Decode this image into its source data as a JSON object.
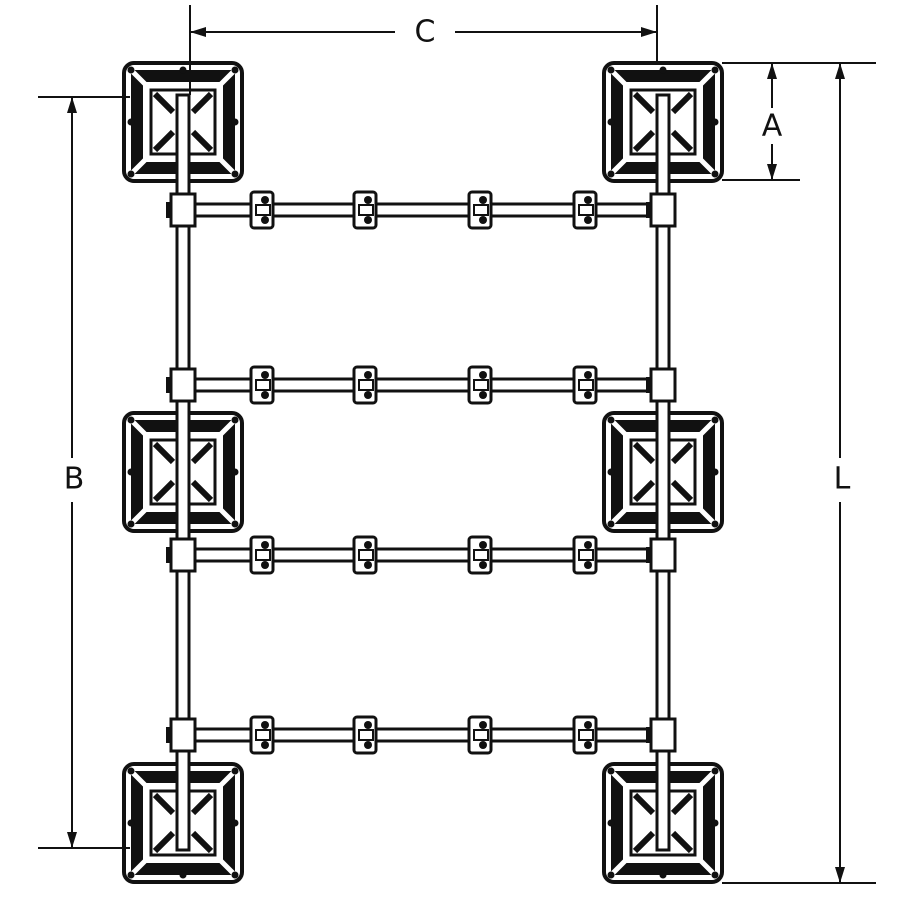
{
  "diagram": {
    "dimensions": {
      "A": "A",
      "B": "B",
      "C": "C",
      "L": "L"
    },
    "line_color": "#111111",
    "pad_rows": 3,
    "pad_columns": 2,
    "crossbars": 4,
    "connectors_per_crossbar": 4
  }
}
